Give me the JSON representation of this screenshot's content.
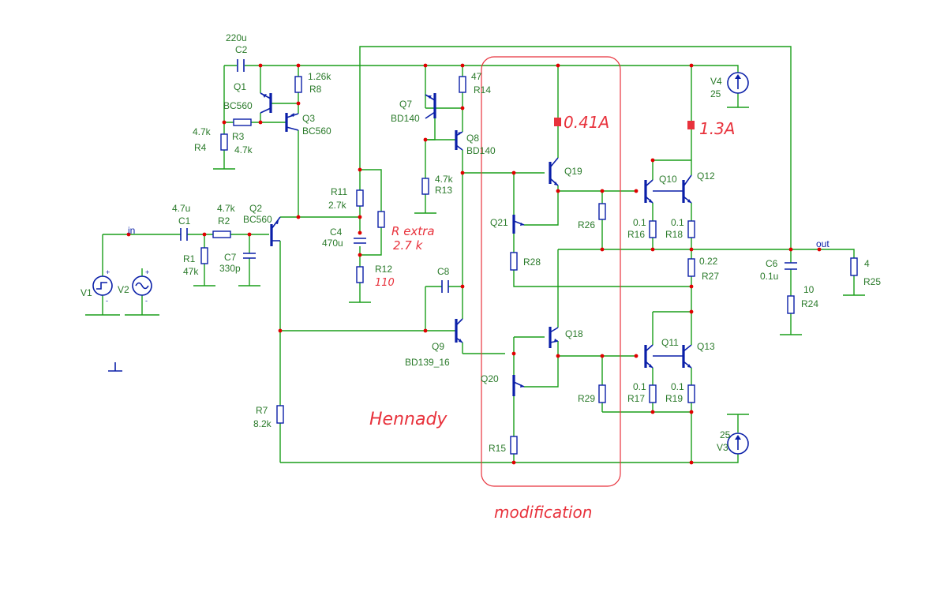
{
  "labels": {
    "C2_val": "220u",
    "C2": "C2",
    "Q1": "Q1",
    "Q1_type": "BC560",
    "R8_val": "1.26k",
    "R8": "R8",
    "Q3": "Q3",
    "Q3_type": "BC560",
    "R4_val": "4.7k",
    "R4": "R4",
    "R3": "R3",
    "R3_val": "4.7k",
    "C1_val": "4.7u",
    "C1": "C1",
    "R2_val": "4.7k",
    "R2": "R2",
    "Q2": "Q2",
    "Q2_type": "BC560",
    "R1": "R1",
    "R1_val": "47k",
    "C7": "C7",
    "C7_val": "330p",
    "V1": "V1",
    "V2": "V2",
    "R11": "R11",
    "R11_val": "2.7k",
    "C4": "C4",
    "C4_val": "470u",
    "R12": "R12",
    "Q7": "Q7",
    "Q7_type": "BD140",
    "R14_val": "47",
    "R14": "R14",
    "Q8": "Q8",
    "Q8_type": "BD140",
    "R13_val": "4.7k",
    "R13": "R13",
    "C8": "C8",
    "Q9": "Q9",
    "Q9_type": "BD139_16",
    "R7": "R7",
    "R7_val": "8.2k",
    "Q19": "Q19",
    "Q21": "Q21",
    "R28": "R28",
    "Q18": "Q18",
    "Q20": "Q20",
    "R15": "R15",
    "R26": "R26",
    "R29": "R29",
    "Q10": "Q10",
    "Q12": "Q12",
    "R16_val": "0.1",
    "R16": "R16",
    "R18_val": "0.1",
    "R18": "R18",
    "R27_val": "0.22",
    "R27": "R27",
    "Q11": "Q11",
    "Q13": "Q13",
    "R17_val": "0.1",
    "R17": "R17",
    "R19_val": "0.1",
    "R19": "R19",
    "V4": "V4",
    "V4_val": "25",
    "V3_val": "25",
    "V3": "V3",
    "C6": "C6",
    "C6_val": "0.1u",
    "R24_val": "10",
    "R24": "R24",
    "R25_val": "4",
    "R25": "R25",
    "in": "in",
    "out": "out"
  },
  "annotations": {
    "r_extra_1": "R extra",
    "r_extra_2": "2.7 k",
    "r12_val": "110",
    "current_1": "0.41A",
    "current_2": "1.3A",
    "author": "Hennady",
    "modification": "modification"
  }
}
